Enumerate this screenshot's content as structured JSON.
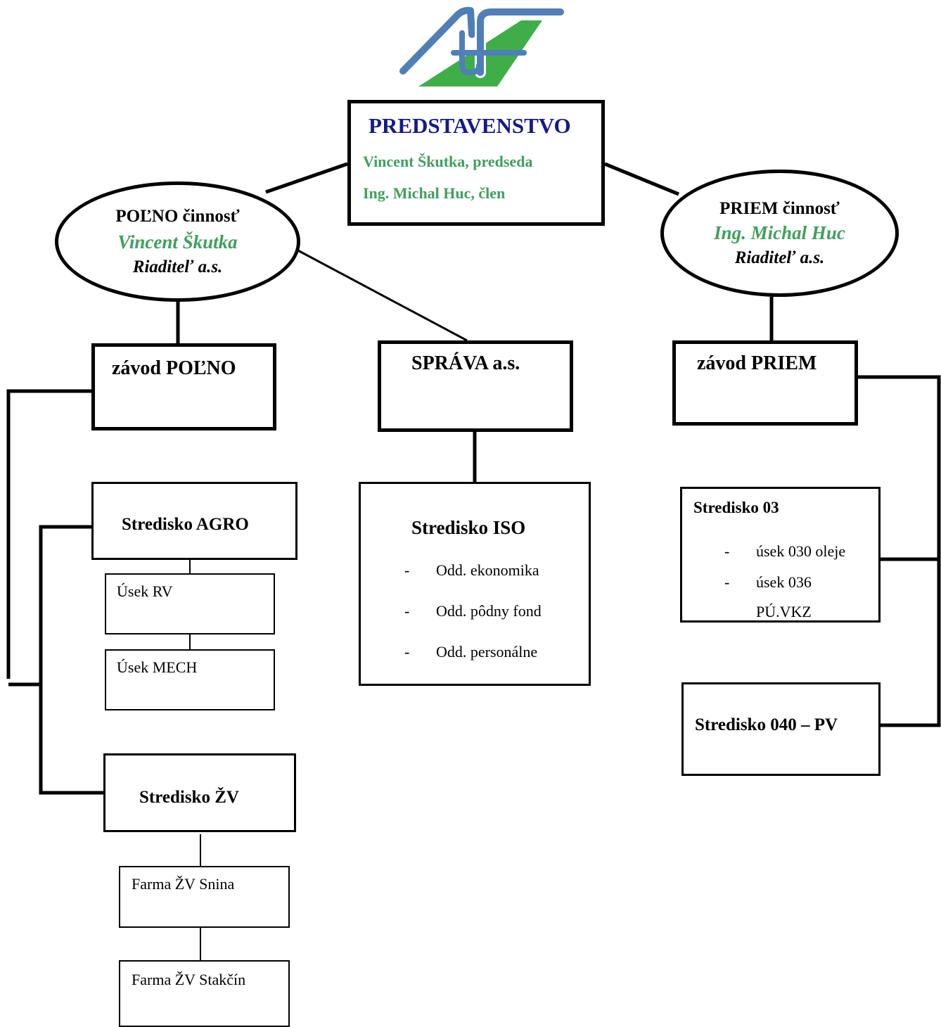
{
  "board": {
    "title": "PREDSTAVENSTVO",
    "members": [
      "Vincent Škutka, predseda",
      "Ing. Michal Huc, člen"
    ]
  },
  "left_division": {
    "title": "POĽNO činnosť",
    "person": "Vincent Škutka",
    "role": "Riaditeľ a.s."
  },
  "right_division": {
    "title": "PRIEM činnosť",
    "person": "Ing. Michal Huc",
    "role": "Riaditeľ a.s."
  },
  "zavod_polno": {
    "title": "závod POĽNO"
  },
  "sprava": {
    "title": "SPRÁVA a.s."
  },
  "zavod_priem": {
    "title": "závod PRIEM"
  },
  "stredisko_agro": {
    "title": "Stredisko AGRO",
    "sections": [
      "Úsek RV",
      "Úsek MECH"
    ]
  },
  "stredisko_zv": {
    "title": "Stredisko ŽV",
    "farms": [
      "Farma ŽV Snina",
      "Farma ŽV Stakčín"
    ]
  },
  "stredisko_iso": {
    "title": "Stredisko ISO",
    "items": [
      "Odd. ekonomika",
      "Odd. pôdny fond",
      "Odd. personálne"
    ]
  },
  "stredisko_03": {
    "title": "Stredisko 03",
    "items": [
      "úsek 030 oleje",
      "úsek 036"
    ],
    "extra": "PÚ.VKZ"
  },
  "stredisko_040": {
    "title": "Stredisko 040 – PV"
  },
  "colors": {
    "green": "#3fa05c",
    "navy": "#141a8a",
    "logo_blue": "#4f7fb8",
    "logo_green": "#3fae49"
  }
}
